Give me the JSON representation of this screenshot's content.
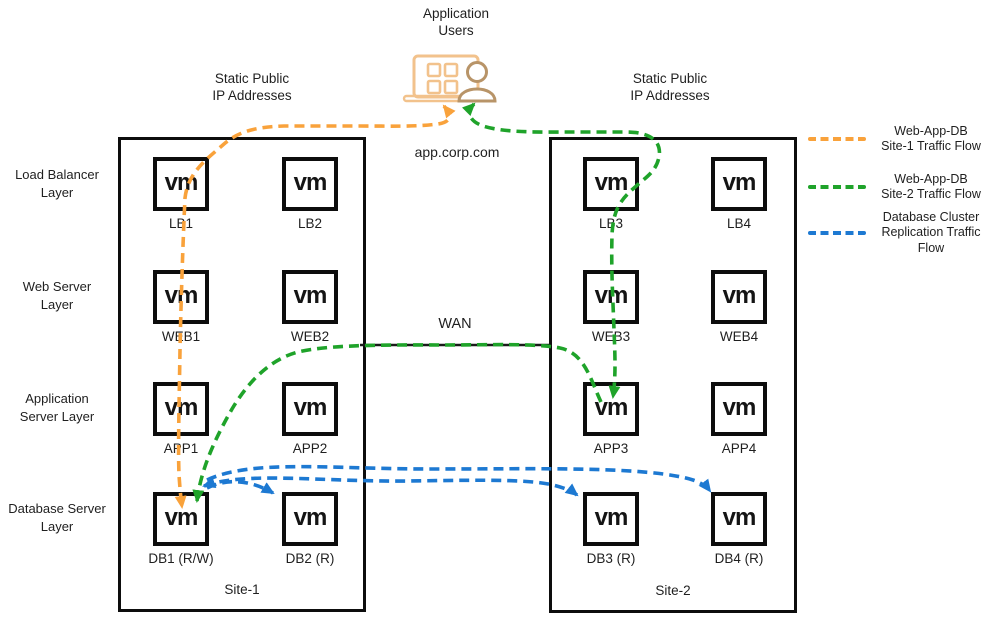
{
  "header": {
    "users_label": "Application\nUsers",
    "domain": "app.corp.com"
  },
  "annotations": {
    "static_ip_left": "Static Public\nIP Addresses",
    "static_ip_right": "Static Public\nIP Addresses",
    "wan": "WAN"
  },
  "layers": [
    "Load Balancer\nLayer",
    "Web Server\nLayer",
    "Application\nServer Layer",
    "Database Server\nLayer"
  ],
  "vm_glyph": "vm",
  "sites": [
    {
      "name": "Site-1",
      "nodes": [
        "LB1",
        "LB2",
        "WEB1",
        "WEB2",
        "APP1",
        "APP2",
        "DB1 (R/W)",
        "DB2 (R)"
      ]
    },
    {
      "name": "Site-2",
      "nodes": [
        "LB3",
        "LB4",
        "WEB3",
        "WEB4",
        "APP3",
        "APP4",
        "DB3 (R)",
        "DB4 (R)"
      ]
    }
  ],
  "legend": [
    {
      "label": "Web-App-DB\nSite-1 Traffic Flow",
      "color": "#F9A23B"
    },
    {
      "label": "Web-App-DB\nSite-2 Traffic Flow",
      "color": "#1FA32A"
    },
    {
      "label": "Database Cluster\nReplication Traffic\nFlow",
      "color": "#1D79D2"
    }
  ],
  "colors": {
    "site1_flow": "#F9A23B",
    "site2_flow": "#1FA32A",
    "replication_flow": "#1D79D2",
    "box_border": "#0d0d0d",
    "icon_laptop": "#F2C28C",
    "icon_person": "#B89468"
  }
}
